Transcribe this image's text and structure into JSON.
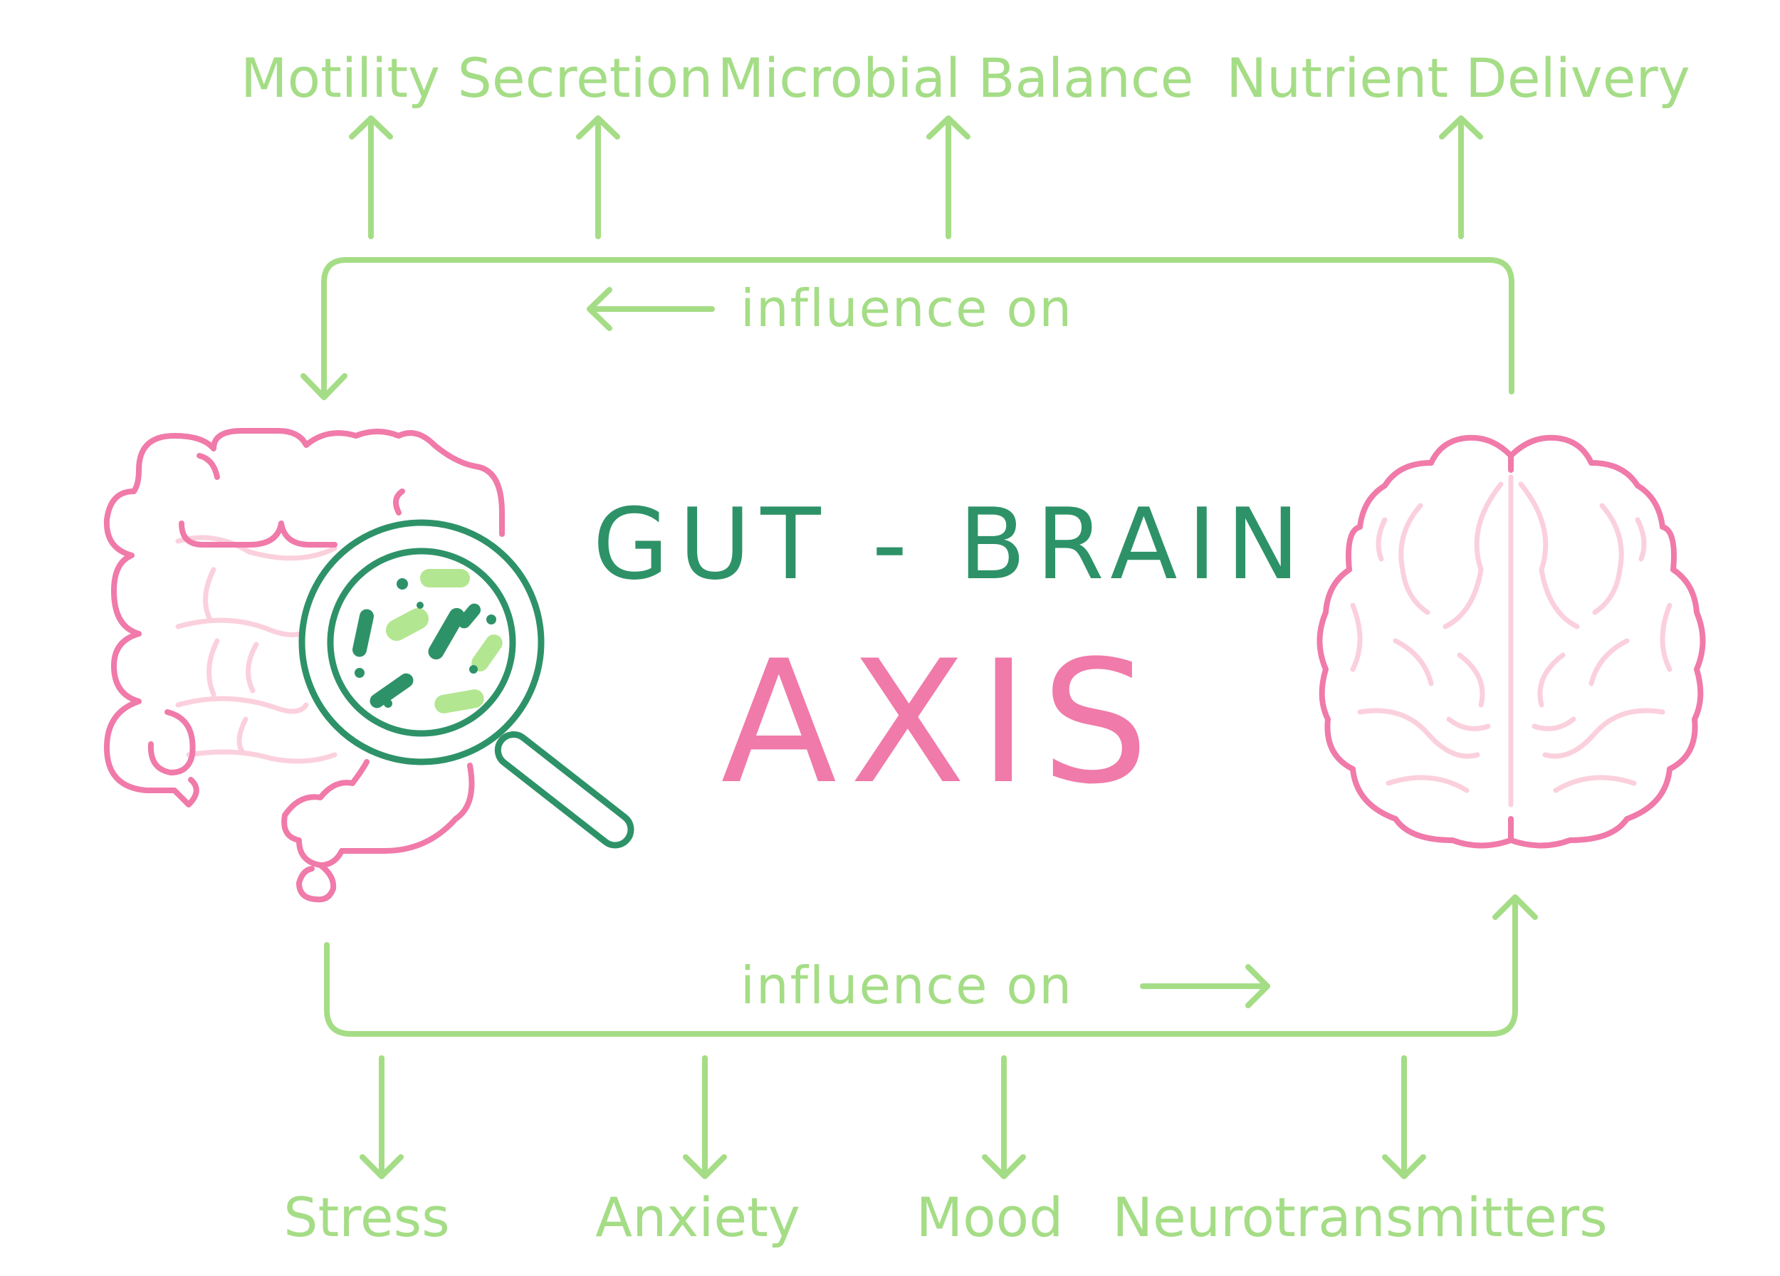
{
  "title": {
    "line1": "GUT - BRAIN",
    "line2": "AXIS"
  },
  "top_effects": [
    "Motility",
    "Secretion",
    "Microbial Balance",
    "Nutrient Delivery"
  ],
  "bottom_effects": [
    "Stress",
    "Anxiety",
    "Mood",
    "Neurotransmitters"
  ],
  "brain_to_gut_label": "influence on",
  "gut_to_brain_label": "influence on",
  "colors": {
    "light_green": "#a5dd86",
    "dark_green": "#2e9268",
    "pink": "#f07aa9",
    "light_pink": "#fbd0dd",
    "bacteria_green": "#b3e690"
  },
  "icons": {
    "gut": "intestines-icon",
    "magnifier": "magnifying-glass-icon",
    "brain": "brain-icon"
  }
}
